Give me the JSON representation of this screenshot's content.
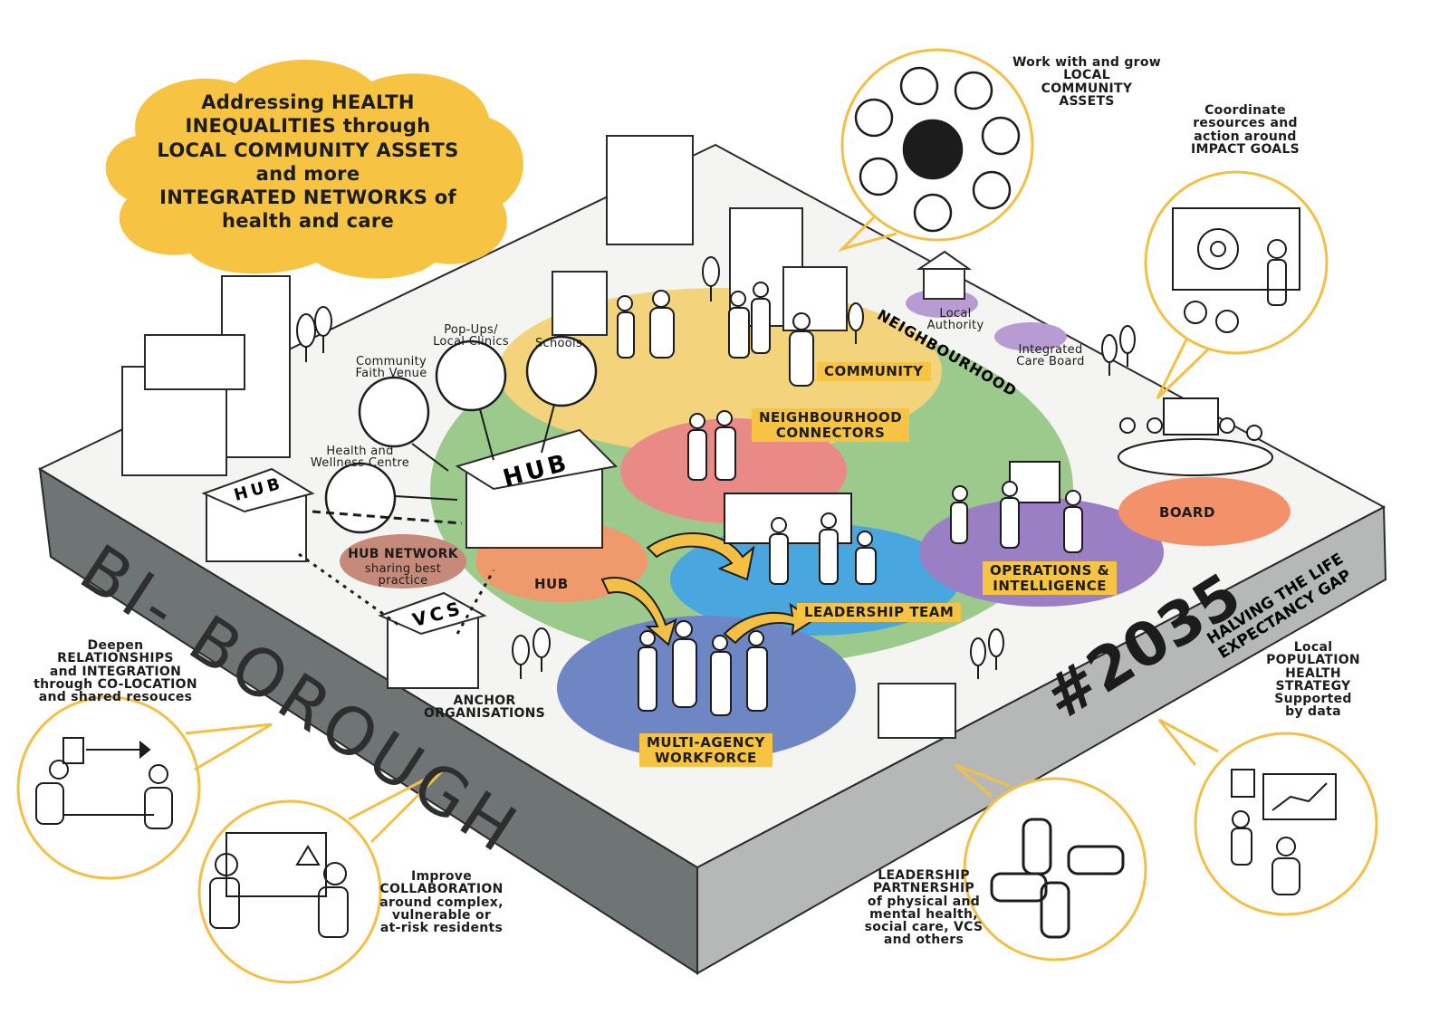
{
  "headline": "Addressing HEALTH\nINEQUALITIES through\nLOCAL COMMUNITY ASSETS\nand more\nINTEGRATED NETWORKS of\nhealth and care",
  "platform": {
    "borough": "BI- BOROUGH",
    "year": "#2035",
    "tagline": "HALVING THE LIFE\nEXPECTANCY GAP"
  },
  "zones": {
    "community": "COMMUNITY",
    "neighbourhood": "NEIGHBOURHOOD",
    "connectors": "NEIGHBOURHOOD\nCONNECTORS",
    "hub": "HUB",
    "leadership": "LEADERSHIP TEAM",
    "operations": "OPERATIONS &\nINTELLIGENCE",
    "board": "BOARD",
    "workforce": "MULTI-AGENCY\nWORKFORCE"
  },
  "places": {
    "faith": "Community\nFaith Venue",
    "popups": "Pop-Ups/\nLocal Clinics",
    "schools": "Schools",
    "wellness": "Health and\nWellness Centre",
    "hub_network": "HUB NETWORK",
    "hub_network_sub": "sharing best\npractice",
    "anchor": "ANCHOR\nORGANISATIONS",
    "local_authority": "Local\nAuthority",
    "care_board": "Integrated\nCare Board",
    "hub_sign": "HUB",
    "hub_sign_small": "HUB",
    "vcs_sign": "VCS"
  },
  "callouts": {
    "assets": "Work with and grow\nLOCAL\nCOMMUNITY\nASSETS",
    "coordinate": "Coordinate\nresources and\naction around\nIMPACT GOALS",
    "relationships": "Deepen\nRELATIONSHIPS\nand INTEGRATION\nthrough CO-LOCATION\nand shared resouces",
    "collaboration": "Improve\nCOLLABORATION\naround complex,\nvulnerable or\nat-risk residents",
    "partnership": "LEADERSHIP\nPARTNERSHIP\nof physical and\nmental health,\nsocial care, VCS\nand others",
    "strategy": "Local\nPOPULATION\nHEALTH\nSTRATEGY\nSupported\nby data"
  },
  "colors": {
    "yellow": "#f6c343",
    "green": "#9cc98c",
    "community": "#f3d37c",
    "connectors": "#e98a86",
    "leadership": "#4aa6de",
    "operations": "#9a7fc4",
    "board": "#f3916a",
    "workforce": "#6f86c4",
    "hub": "#ef9a6c",
    "platform_side": "#6e7574"
  }
}
